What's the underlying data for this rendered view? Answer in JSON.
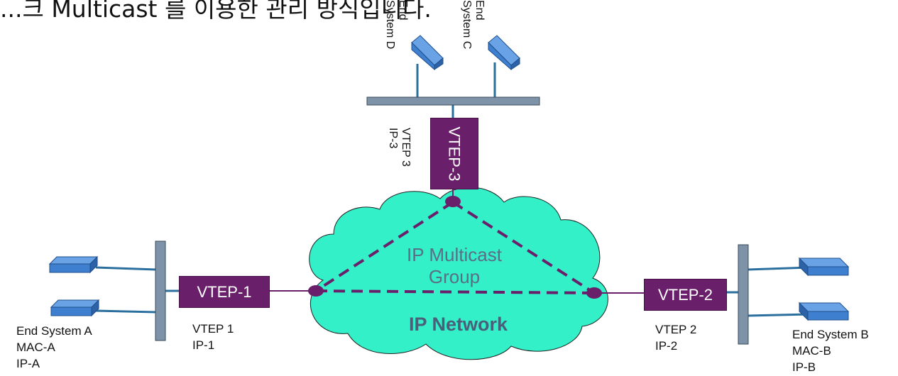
{
  "header_fragment": "...크 Multicast 를 이용한 관리 방식입니다.",
  "cloud": {
    "group_line1": "IP Multicast",
    "group_line2": "Group",
    "network_label": "IP Network"
  },
  "vteps": {
    "vtep1": {
      "box_label": "VTEP-1",
      "name": "VTEP 1",
      "ip": "IP-1"
    },
    "vtep2": {
      "box_label": "VTEP-2",
      "name": "VTEP 2",
      "ip": "IP-2"
    },
    "vtep3": {
      "box_label": "VTEP-3",
      "name": "VTEP 3",
      "ip": "IP-3"
    }
  },
  "end_systems": {
    "a": {
      "name": "End System A",
      "mac": "MAC-A",
      "ip": "IP-A"
    },
    "b": {
      "name": "End System B",
      "mac": "MAC-B",
      "ip": "IP-B"
    },
    "c": {
      "line1": "End",
      "line2": "System C"
    },
    "d": {
      "line1": "End",
      "line2": "System D"
    }
  },
  "colors": {
    "cloud_fill": "#33f0c8",
    "vtep_fill": "#6a1f6a",
    "tunnel": "#6a1f6a",
    "bus_bar": "#7f93a8",
    "link": "#2b6f9e",
    "host_blue": "#3f7fd0"
  }
}
